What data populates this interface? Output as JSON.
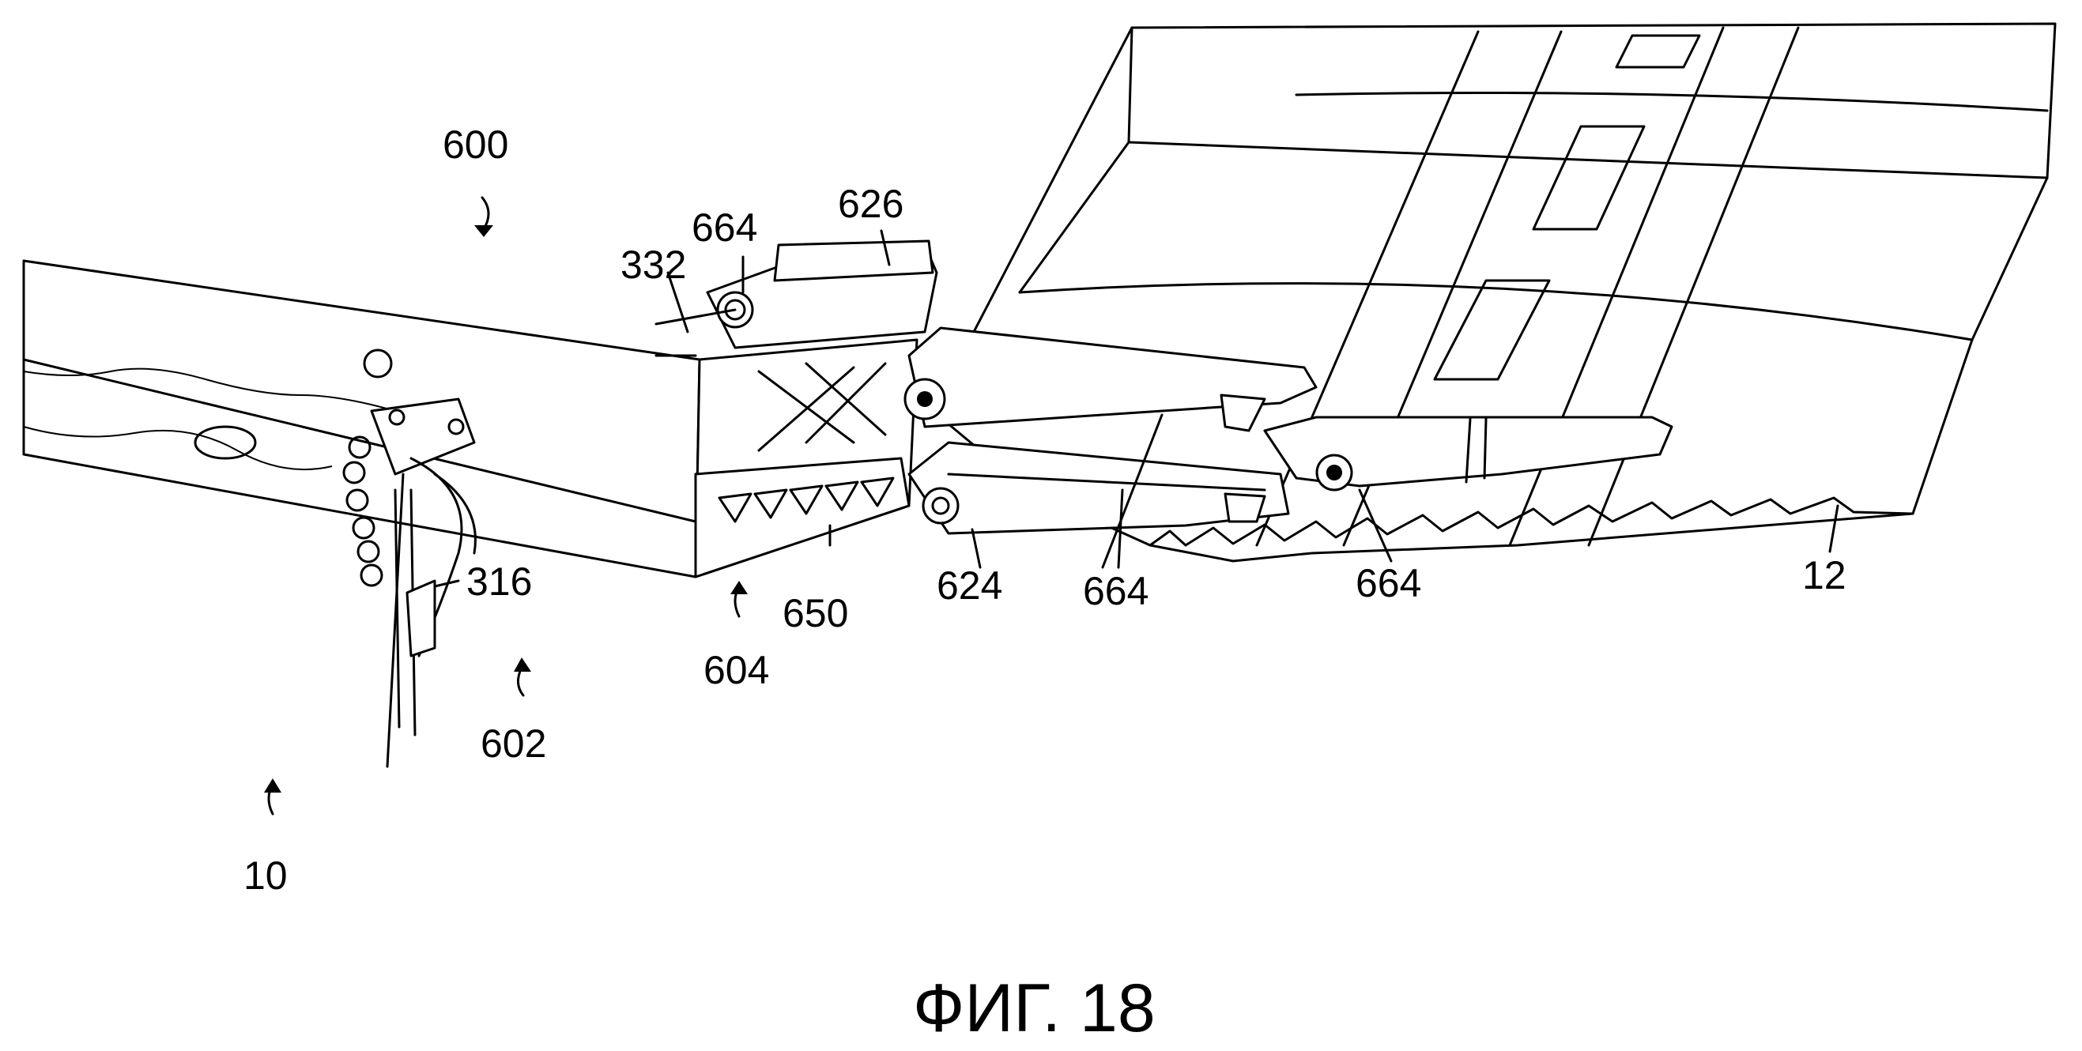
{
  "figure": {
    "caption": "ФИГ. 18",
    "labels": {
      "l600": "600",
      "l664a": "664",
      "l626": "626",
      "l332": "332",
      "l316": "316",
      "l602": "602",
      "l604": "604",
      "l650": "650",
      "l624": "624",
      "l664b": "664",
      "l664c": "664",
      "l12": "12",
      "l10": "10"
    }
  }
}
